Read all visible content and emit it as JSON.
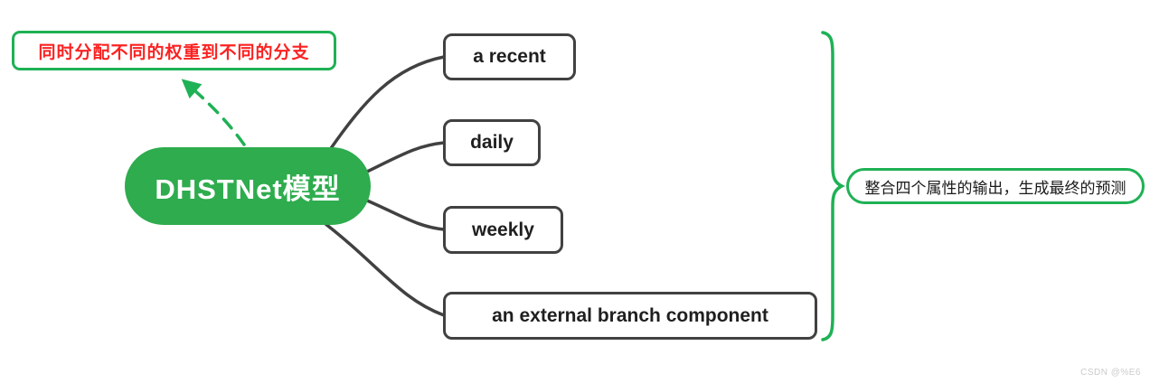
{
  "colors": {
    "accent_green": "#1FB155",
    "node_green": "#2EAC4E",
    "red_text": "#FB2222",
    "branch_border": "#414141",
    "watermark_gray": "#CBCBCB"
  },
  "annotation": {
    "label": "同时分配不同的权重到不同的分支"
  },
  "root": {
    "label": "DHSTNet模型"
  },
  "branches": [
    {
      "label": "a recent"
    },
    {
      "label": "daily"
    },
    {
      "label": "weekly"
    },
    {
      "label": "an external branch component"
    }
  ],
  "summary": {
    "label": "整合四个属性的输出，生成最终的预测"
  },
  "watermark": {
    "label": "CSDN @%E6"
  }
}
